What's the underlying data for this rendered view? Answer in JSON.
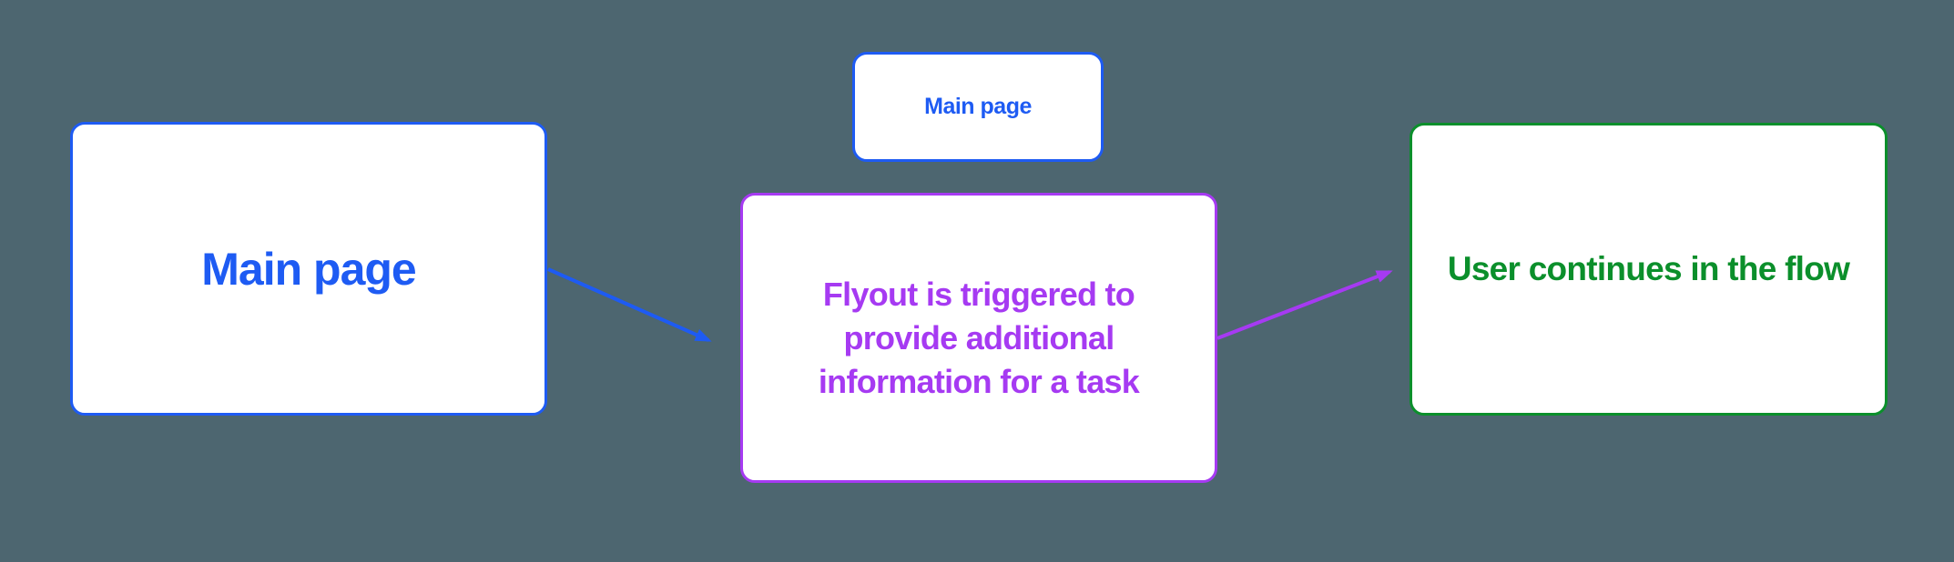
{
  "colors": {
    "background": "#4D6670",
    "box_fill": "#FFFFFF",
    "blue": "#1E5BF3",
    "purple": "#A63AF2",
    "green": "#0B8F2B"
  },
  "nodes": {
    "main_page_large": {
      "label": "Main page",
      "color": "#1E5BF3"
    },
    "main_page_small": {
      "label": "Main page",
      "color": "#1E5BF3"
    },
    "flyout": {
      "label": "Flyout is triggered to\nprovide additional\ninformation for a task",
      "color": "#A63AF2"
    },
    "user_continues": {
      "label": "User continues in the flow",
      "color": "#0B8F2B"
    }
  },
  "edges": [
    {
      "from": "main_page_large",
      "to": "flyout",
      "color": "#1E5BF3"
    },
    {
      "from": "flyout",
      "to": "user_continues",
      "color": "#A63AF2"
    }
  ]
}
